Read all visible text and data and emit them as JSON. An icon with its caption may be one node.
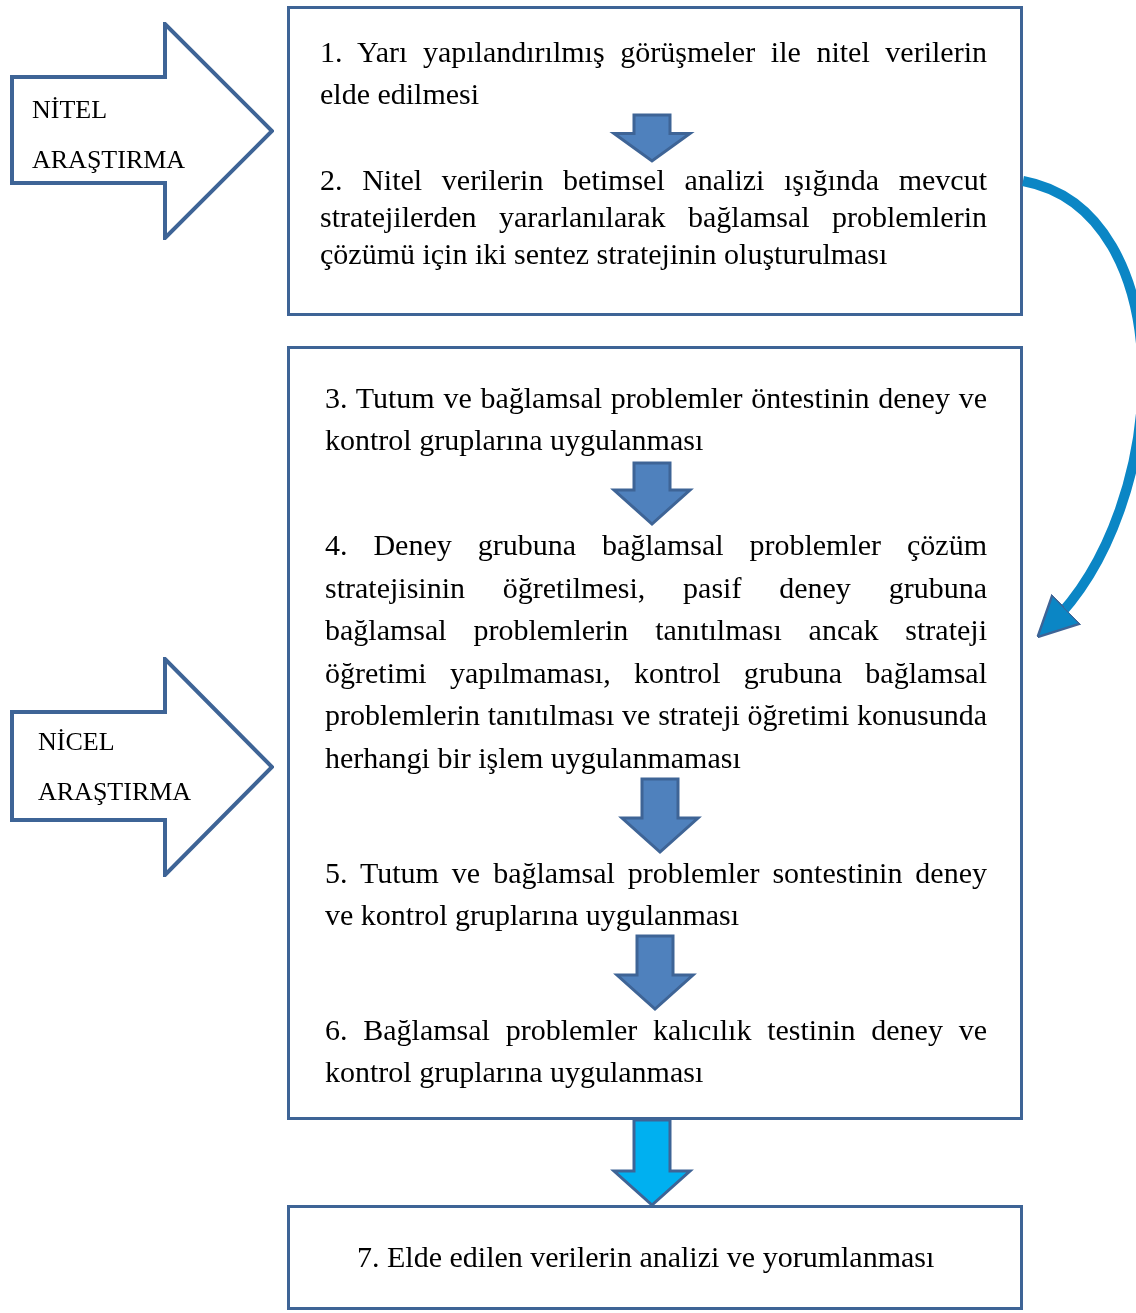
{
  "diagram": {
    "nodes": [
      {
        "text": [
          "NİTEL ARAŞTIRMA"
        ]
      },
      {
        "text": [],
        "shape": "box"
      },
      {
        "text": [
          "1. Yarı yapılandırılmış görüşmeler ile nitel verilerin elde edilmesi"
        ],
        "in": 1
      },
      {
        "text": [
          "2. Nitel verilerin betimsel analizi ışığında mevcut stratejilerden yararlanılarak bağlamsal problemlerin çözümü için iki sentez stratejinin oluşturulması"
        ],
        "in": 1
      },
      {
        "text": [
          "NİCEL ARAŞTIRMA"
        ]
      },
      {
        "text": [],
        "shape": "box"
      },
      {
        "text": [
          "3. Tutum ve bağlamsal problemler öntestinin deney ve kontrol gruplarına uygulanması"
        ],
        "in": 5
      },
      {
        "text": [
          "4. Deney grubuna bağlamsal problemler çözüm stratejisinin öğretilmesi, pasif deney grubuna bağlamsal problemlerin tanıtılması ancak strateji öğretimi yapılmaması, kontrol grubuna bağlamsal problemlerin tanıtılması ve strateji öğretimi konusunda herhangi bir işlem uygulanmaması"
        ],
        "in": 5
      },
      {
        "text": [
          "5. Tutum ve bağlamsal problemler sontestinin deney ve kontrol gruplarına uygulanması"
        ],
        "in": 5
      },
      {
        "text": [
          "6. Bağlamsal problemler kalıcılık testinin deney ve kontrol gruplarına uygulanması"
        ],
        "in": 5
      },
      {
        "text": [
          "7. Elde edilen verilerin analizi ve yorumlanması"
        ]
      }
    ],
    "edges": [
      {
        "from": 2,
        "to": 3,
        "arrow": "to"
      },
      {
        "from": 6,
        "to": 7,
        "arrow": "to"
      },
      {
        "from": 7,
        "to": 8,
        "arrow": "to"
      },
      {
        "from": 8,
        "to": 9,
        "arrow": "to"
      },
      {
        "from": 5,
        "to": 10,
        "arrow": "to",
        "color": "#00b0f0"
      },
      {
        "from": 1,
        "to": 5,
        "arrow": "to",
        "color": "#0b86c5"
      }
    ]
  }
}
